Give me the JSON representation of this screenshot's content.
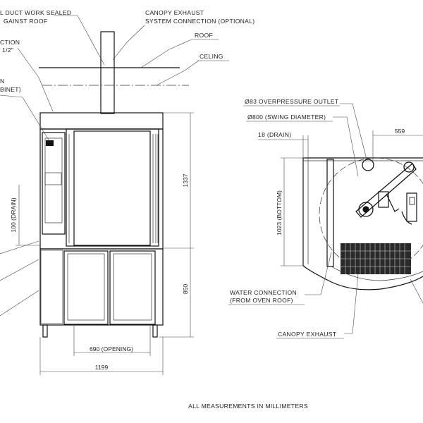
{
  "labels": {
    "duct_line1": "L DUCT WORK SEALED",
    "duct_line2": "GAINST ROOF",
    "canopy_exhaust_conn_line1": "CANOPY EXHAUST",
    "canopy_exhaust_conn_line2": "SYSTEM CONNECTION (OPTIONAL)",
    "roof": "ROOF",
    "ceiling": "CELING",
    "connection_line1": "CTION",
    "connection_line2": "1/2\"",
    "cabinet_line1": "N",
    "cabinet_line2": "BINET)",
    "overpressure_outlet": "Ø83 OVERPRESSURE OUTLET",
    "swing_diameter": "Ø800 (SWING DIAMETER)",
    "drain_18": "18 (DRAIN)",
    "water_conn_line1": "WATER CONNECTION",
    "water_conn_line2": "(FROM OVEN ROOF)",
    "canopy_exhaust": "CANOPY EXHAUST",
    "footer": "ALL MEASUREMENTS IN MILLIMETERS"
  },
  "dimensions": {
    "height_upper": "1337",
    "height_lower": "850",
    "drain_100": "100 (DRAIN)",
    "opening_width": "690 (OPENING)",
    "total_width": "1199",
    "side_559": "559",
    "bottom_1023": "1023 (BOTTOM)"
  }
}
